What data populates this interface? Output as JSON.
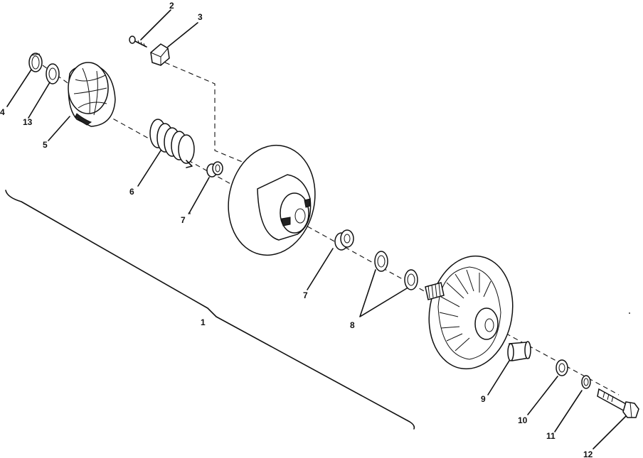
{
  "callouts": [
    {
      "id": "c1",
      "text": "1"
    },
    {
      "id": "c2",
      "text": "2"
    },
    {
      "id": "c3",
      "text": "3"
    },
    {
      "id": "c4",
      "text": "4"
    },
    {
      "id": "c5",
      "text": "5"
    },
    {
      "id": "c6",
      "text": "6"
    },
    {
      "id": "c7a",
      "text": "7"
    },
    {
      "id": "c7b",
      "text": "7"
    },
    {
      "id": "c8",
      "text": "8"
    },
    {
      "id": "c9",
      "text": "9"
    },
    {
      "id": "c10",
      "text": "10"
    },
    {
      "id": "c11",
      "text": "11"
    },
    {
      "id": "c12",
      "text": "12"
    },
    {
      "id": "c13",
      "text": "13"
    }
  ]
}
